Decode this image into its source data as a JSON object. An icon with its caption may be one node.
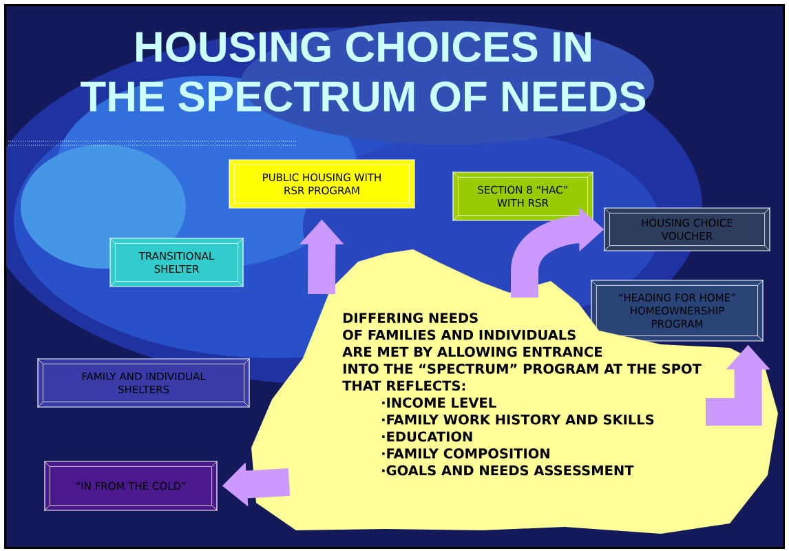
{
  "diagram": {
    "title": "HOUSING CHOICES IN THE SPECTRUM OF NEEDS",
    "nodes": [
      {
        "text": [
          "PUBLIC HOUSING WITH RSR PROGRAM"
        ]
      },
      {
        "text": [
          "SECTION 8 “HAC” WITH RSR"
        ]
      },
      {
        "text": [
          "TRANSITIONAL SHELTER"
        ]
      },
      {
        "text": [
          "HOUSING CHOICE VOUCHER"
        ]
      },
      {
        "text": [
          "“HEADING FOR HOME” HOMEOWNERSHIP PROGRAM"
        ]
      },
      {
        "text": [
          "FAMILY AND INDIVIDUAL SHELTERS"
        ]
      },
      {
        "text": [
          "“IN FROM THE COLD”"
        ]
      },
      {
        "text": [
          "DIFFERING NEEDS OF FAMILIES AND INDIVIDUALS ARE MET BY ALLOWING ENTRANCE INTO THE “SPECTRUM” PROGRAM AT THE SPOT THAT REFLECTS:",
          "·INCOME LEVEL",
          "·FAMILY WORK HISTORY AND SKILLS",
          "·EDUCATION",
          "·FAMILY COMPOSITION",
          "·GOALS AND NEEDS ASSESSMENT"
        ]
      }
    ],
    "edges": [
      {
        "from": 7,
        "to": 0,
        "arrow": "to"
      },
      {
        "from": 7,
        "to": 3,
        "arrow": "to"
      },
      {
        "from": 7,
        "to": 4,
        "arrow": "to"
      },
      {
        "from": 7,
        "to": 6,
        "arrow": "to"
      }
    ]
  }
}
